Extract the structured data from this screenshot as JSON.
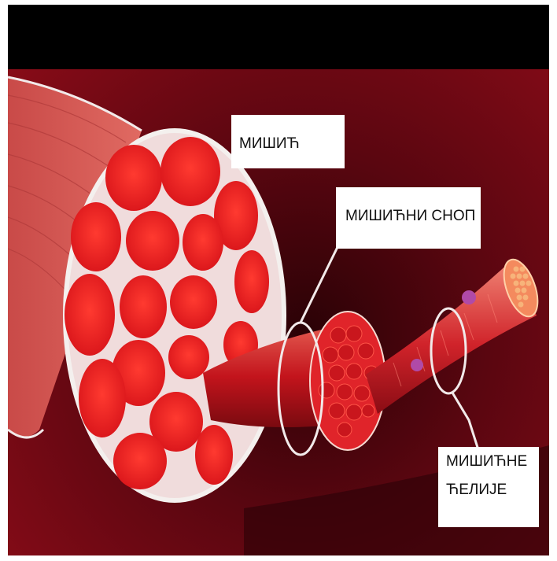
{
  "labels": {
    "muscle": "МИШИЋ",
    "bundle": "МИШИЋНИ СНОП",
    "cells_line1": "МИШИЋНЕ",
    "cells_line2": "ЋЕЛИЈЕ"
  },
  "colors": {
    "background_top": "#000000",
    "background_red": "#6e0712",
    "muscle_red": "#e0141c",
    "bundle_red": "#c1121a",
    "highlight_pink": "#f08070",
    "fiber_orange": "#f7b37a",
    "outline_white": "#f2eaea",
    "dot_purple": "#b04aa8"
  }
}
